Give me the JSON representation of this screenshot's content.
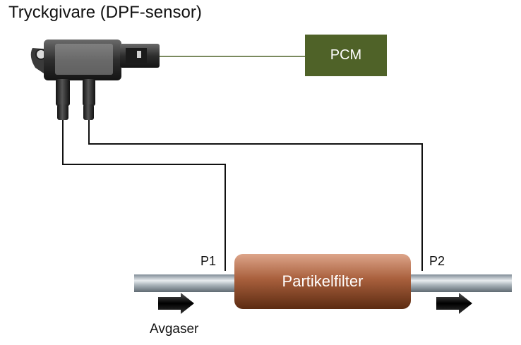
{
  "title": "Tryckgivare (DPF-sensor)",
  "pcm": {
    "label": "PCM",
    "color": "#4f6228"
  },
  "ports": {
    "p1": "P1",
    "p2": "P2"
  },
  "filter": {
    "label": "Partikelfilter",
    "color": "#a0522d"
  },
  "exhaust": {
    "label": "Avgaser"
  },
  "icons": {
    "sensor": "pressure-sensor-icon",
    "arrow_in": "flow-arrow-icon",
    "arrow_out": "flow-arrow-icon"
  }
}
